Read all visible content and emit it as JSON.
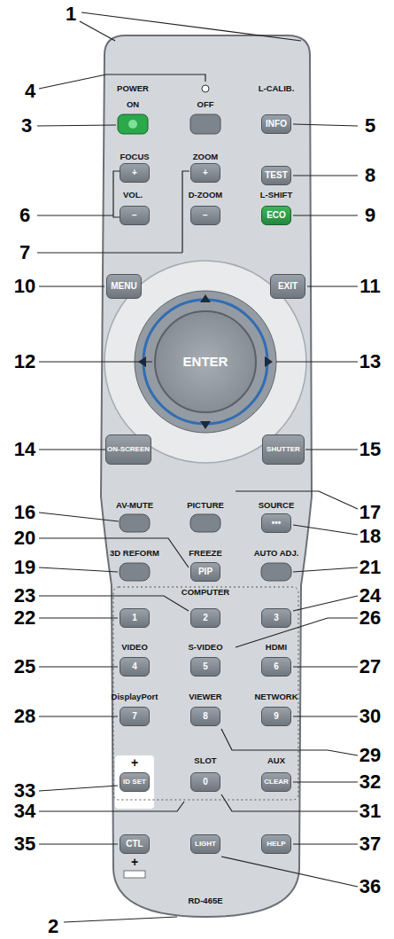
{
  "diagram": {
    "nodes": [
      {
        "text": [
          "INFO"
        ]
      },
      {
        "text": [
          "+"
        ]
      },
      {
        "text": [
          "+"
        ]
      },
      {
        "text": [
          "TEST"
        ]
      },
      {
        "text": [
          "−"
        ]
      },
      {
        "text": [
          "−"
        ]
      },
      {
        "text": [
          "ECO"
        ]
      },
      {
        "text": [
          "MENU"
        ]
      },
      {
        "text": [
          "EXIT"
        ]
      },
      {
        "text": [
          "ENTER"
        ]
      },
      {
        "text": [
          "ON-SCREEN"
        ]
      },
      {
        "text": [
          "SHUTTER"
        ]
      },
      {
        "text": [
          "•••"
        ]
      },
      {
        "text": [
          "PIP"
        ]
      },
      {
        "text": [
          "1"
        ]
      },
      {
        "text": [
          "2"
        ]
      },
      {
        "text": [
          "3"
        ]
      },
      {
        "text": [
          "4"
        ]
      },
      {
        "text": [
          "5"
        ]
      },
      {
        "text": [
          "6"
        ]
      },
      {
        "text": [
          "7"
        ]
      },
      {
        "text": [
          "8"
        ]
      },
      {
        "text": [
          "9"
        ]
      },
      {
        "text": [
          "ID SET"
        ]
      },
      {
        "text": [
          "0"
        ]
      },
      {
        "text": [
          "CLEAR"
        ]
      },
      {
        "text": [
          "CTL"
        ]
      },
      {
        "text": [
          "LIGHT"
        ]
      },
      {
        "text": [
          "HELP"
        ]
      }
    ],
    "labels": [
      "1",
      "4",
      "POWER",
      "ON",
      "OFF",
      "L-CALIB.",
      "3",
      "5",
      "FOCUS",
      "ZOOM",
      "8",
      "VOL.",
      "D-ZOOM",
      "L-SHIFT",
      "6",
      "9",
      "7",
      "10",
      "11",
      "12",
      "13",
      "14",
      "15",
      "16",
      "AV-MUTE",
      "PICTURE",
      "SOURCE",
      "17",
      "18",
      "20",
      "FREEZE",
      "3D REFORM",
      "AUTO ADJ.",
      "19",
      "21",
      "23",
      "COMPUTER",
      "24",
      "22",
      "26",
      "VIDEO",
      "S-VIDEO",
      "HDMI",
      "25",
      "27",
      "DisplayPort",
      "VIEWER",
      "NETWORK",
      "28",
      "30",
      "29",
      "+",
      "SLOT",
      "AUX",
      "32",
      "33",
      "34",
      "31",
      "35",
      "37",
      "+",
      "36",
      "RD-465E",
      "2"
    ]
  }
}
